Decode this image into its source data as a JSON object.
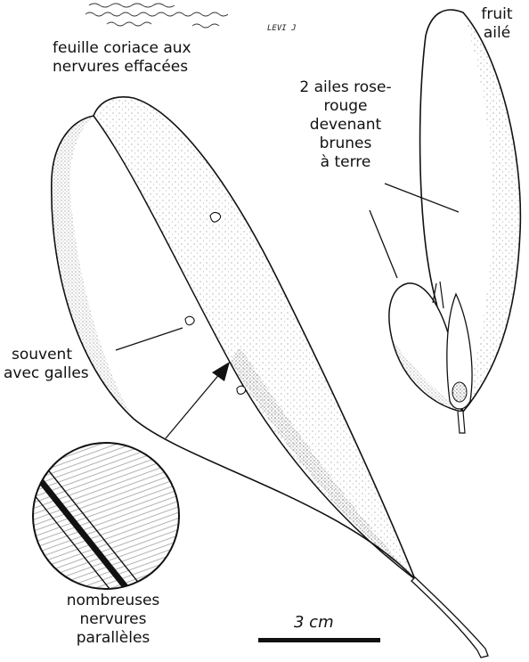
{
  "labels": {
    "fruit": [
      "fruit",
      "ailé"
    ],
    "leaf": [
      "feuille coriace aux",
      "nervures effacées"
    ],
    "wings": [
      "2 ailes rose-",
      "rouge",
      "devenant",
      "brunes",
      "à terre"
    ],
    "galls": [
      "souvent",
      "avec galles"
    ],
    "veins": [
      "nombreuses",
      "nervures",
      "parallèles"
    ],
    "scale": "3 cm"
  },
  "signature": "LEVI J",
  "colors": {
    "ink": "#111111",
    "background": "#ffffff"
  }
}
